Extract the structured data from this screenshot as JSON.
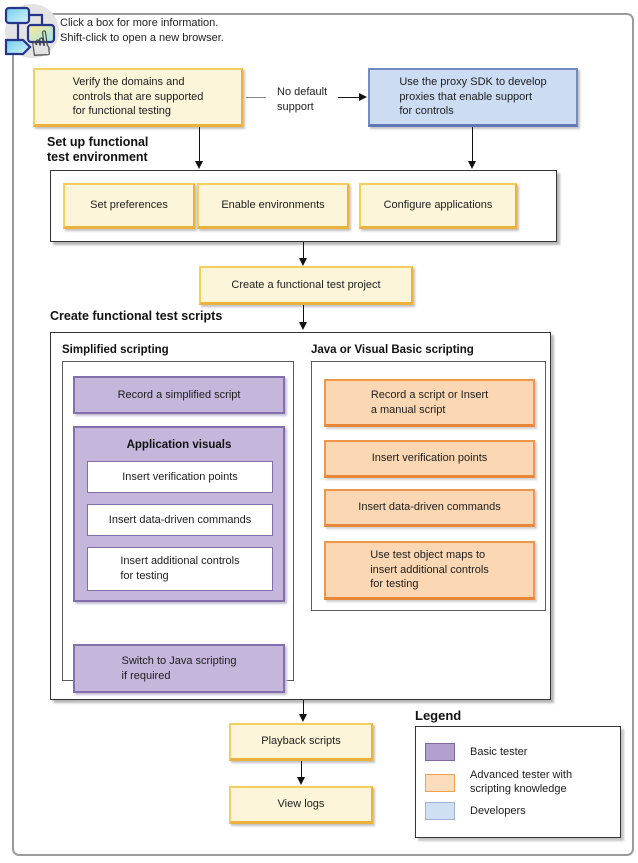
{
  "instructions": {
    "line1": "Click a box for more information.",
    "line2": "Shift-click to open a new browser."
  },
  "nodes": {
    "verify": "Verify the domains and\ncontrols that are supported\nfor functional testing",
    "no_default_support": "No default\nsupport",
    "proxy_sdk": "Use the proxy SDK to develop\nproxies that enable support\nfor controls",
    "create_project": "Create a functional test project",
    "playback": "Playback scripts",
    "view_logs": "View logs"
  },
  "setup_section": {
    "title": "Set up functional\ntest environment",
    "boxes": [
      "Set preferences",
      "Enable environments",
      "Configure applications"
    ]
  },
  "scripts_section": {
    "title": "Create functional test scripts",
    "simplified": {
      "title": "Simplified scripting",
      "record": "Record a simplified script",
      "app_visuals_title": "Application visuals",
      "app_visuals_items": [
        "Insert verification points",
        "Insert data-driven commands",
        "Insert additional controls\nfor testing"
      ],
      "switch": "Switch to Java scripting\nif required"
    },
    "java": {
      "title": "Java or Visual Basic scripting",
      "items": [
        "Record a script or Insert\na manual script",
        "Insert verification points",
        "Insert data-driven commands",
        "Use test object maps to\ninsert additional controls\nfor testing"
      ]
    }
  },
  "legend": {
    "title": "Legend",
    "items": [
      {
        "label": "Basic tester",
        "color": "#b2a0ce"
      },
      {
        "label": "Advanced tester with\nscripting knowledge",
        "color": "#fcdcbc"
      },
      {
        "label": "Developers",
        "color": "#cfe0f5"
      }
    ]
  },
  "icons": {
    "flowchart_click_icon": "flowchart-with-hand-cursor",
    "hand_glyph": "☝"
  },
  "colors": {
    "yellow_fill": "#fdf5da",
    "yellow_border": "#ecb23c",
    "blue_fill": "#ccddf3",
    "blue_border": "#7289c2",
    "purple_fill": "#c4b7db",
    "purple_border": "#846fae",
    "orange_fill": "#fbd8b3",
    "orange_border": "#f0964a",
    "page_border": "#9b9b9b"
  }
}
